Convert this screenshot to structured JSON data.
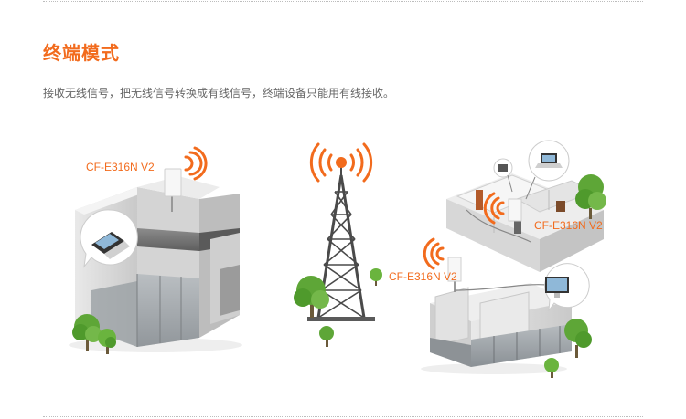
{
  "section": {
    "title": "终端模式",
    "description": "接收无线信号，把无线信号转换成有线信号，终端设备只能用有线接收。"
  },
  "device_labels": {
    "left": "CF-E316N V2",
    "right_house": "CF-E316N V2",
    "right_building": "CF-E316N V2"
  },
  "colors": {
    "accent": "#f26b1d",
    "text": "#666666",
    "tree": "#6ab43e",
    "building": "#d9d9d9"
  }
}
